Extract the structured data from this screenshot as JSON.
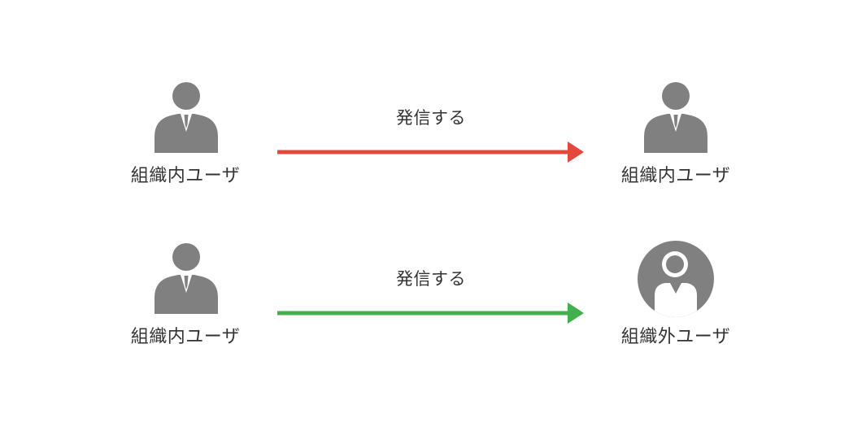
{
  "colors": {
    "icon": "#808080"
  },
  "rows": [
    {
      "sender": {
        "label": "組織内ユーザ",
        "icon": "person-icon"
      },
      "action": {
        "label": "発信する",
        "arrow_color": "#e4483a"
      },
      "receiver": {
        "label": "組織内ユーザ",
        "icon": "person-icon"
      }
    },
    {
      "sender": {
        "label": "組織内ユーザ",
        "icon": "person-icon"
      },
      "action": {
        "label": "発信する",
        "arrow_color": "#41b04d"
      },
      "receiver": {
        "label": "組織外ユーザ",
        "icon": "external-user-icon"
      }
    }
  ]
}
